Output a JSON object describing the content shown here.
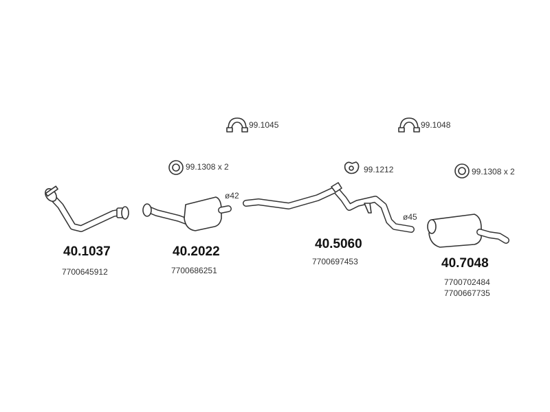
{
  "parts": [
    {
      "part_number": "40.1037",
      "oem": [
        "7700645912"
      ]
    },
    {
      "part_number": "40.2022",
      "oem": [
        "7700686251"
      ]
    },
    {
      "part_number": "40.5060",
      "oem": [
        "7700697453"
      ]
    },
    {
      "part_number": "40.7048",
      "oem": [
        "7700702484",
        "7700667735"
      ]
    }
  ],
  "accessories": [
    {
      "code": "99.1045"
    },
    {
      "code": "99.1048"
    },
    {
      "code": "99.1308 x 2"
    },
    {
      "code": "99.1212"
    },
    {
      "code": "99.1308 x 2"
    }
  ],
  "diameters": [
    "ø42",
    "ø45"
  ]
}
